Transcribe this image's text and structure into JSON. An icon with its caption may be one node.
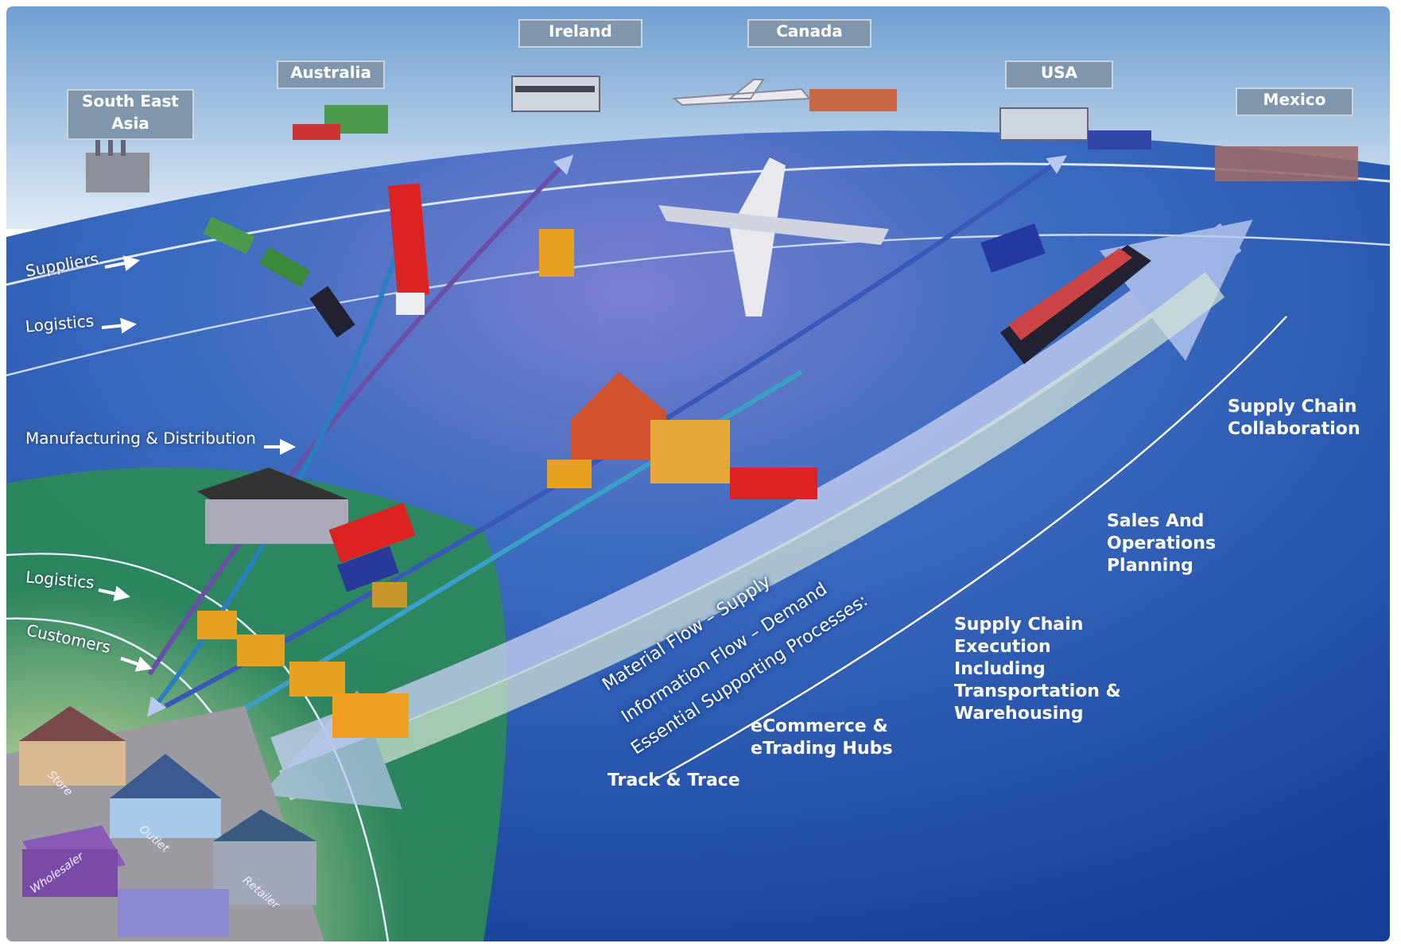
{
  "diagram": {
    "labels": [
      "South East Asia",
      "Australia",
      "Ireland",
      "Canada",
      "USA",
      "Mexico",
      "Suppliers",
      "Logistics",
      "Manufacturing & Distribution",
      "Logistics",
      "Customers",
      "Supply Chain Collaboration",
      "Sales And Operations Planning",
      "Material Flow – Supply",
      "Information Flow – Demand",
      "Essential Supporting Processes:",
      "Supply Chain Execution Including Transportation & Warehousing",
      "eCommerce & eTrading Hubs",
      "Track & Trace",
      "Store",
      "Outlet",
      "Retailer",
      "Wholesaler"
    ]
  }
}
